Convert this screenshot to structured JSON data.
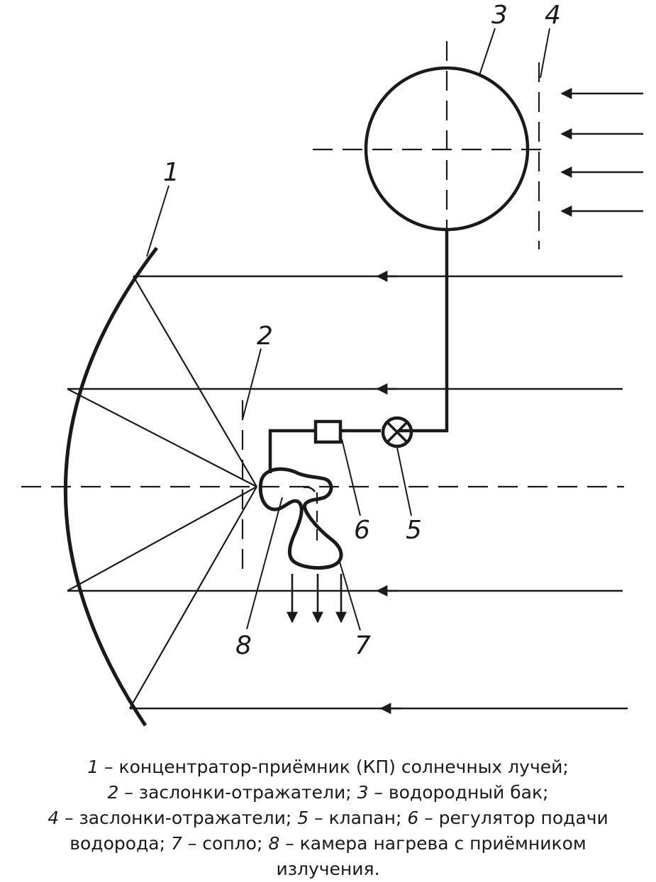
{
  "labels": {
    "n1": "1",
    "n2": "2",
    "n3": "3",
    "n4": "4",
    "n5": "5",
    "n6": "6",
    "n7": "7",
    "n8": "8"
  },
  "caption": {
    "line1": {
      "n1": "1",
      "t1": " – концентратор-приёмник (КП) солнечных лучей;"
    },
    "line2": {
      "n2": "2",
      "t2": " – заслонки-отражатели; ",
      "n3": "3",
      "t3": " – водородный бак;"
    },
    "line3": {
      "n4": "4",
      "t4": " – заслонки-отражатели; ",
      "n5": "5",
      "t5": " – клапан; ",
      "n6": "6",
      "t6": " – регулятор подачи"
    },
    "line4": {
      "t7a": "водорода; ",
      "n7": "7",
      "t7": " – сопло; ",
      "n8": "8",
      "t8": " – камера нагрева с приёмником"
    },
    "line5": {
      "t9": "излучения."
    }
  },
  "colors": {
    "ink": "#1a1a1a",
    "background": "#ffffff"
  }
}
